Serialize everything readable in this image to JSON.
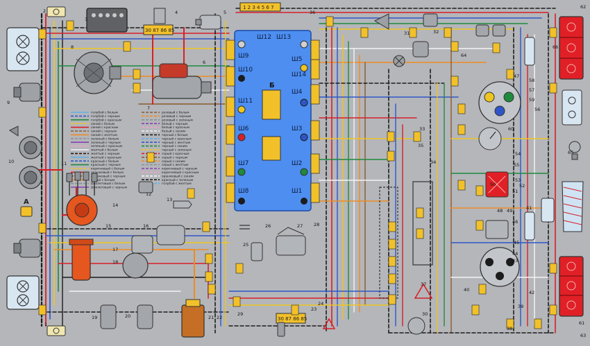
{
  "central_block": {
    "top_label": "Б",
    "sockets_left": [
      "Ш9",
      "Ш10",
      "Ш11",
      "Ш6",
      "Ш7",
      "Ш8"
    ],
    "sockets_right": [
      "Ш5",
      "Ш14",
      "Ш4",
      "Ш3",
      "Ш2",
      "Ш1"
    ],
    "sockets_top": [
      "Ш12",
      "Ш13"
    ]
  },
  "relay_labels": [
    "30 87 86 85",
    "30 87 86 85"
  ],
  "top_connector_label": "1 2 3 4 5 6 7",
  "part_section_label": "А",
  "callouts": [
    "1",
    "2",
    "3",
    "4",
    "5",
    "6",
    "7",
    "8",
    "9",
    "10",
    "11",
    "12",
    "13",
    "14",
    "15",
    "16",
    "17",
    "18",
    "19",
    "20",
    "21",
    "22",
    "23",
    "24",
    "25",
    "26",
    "27",
    "28",
    "29",
    "30",
    "31",
    "32",
    "33",
    "34",
    "35",
    "36",
    "37",
    "38",
    "39",
    "40",
    "41",
    "42",
    "43",
    "44",
    "45",
    "46",
    "47",
    "48",
    "49",
    "50",
    "51",
    "52",
    "53",
    "54",
    "55",
    "56",
    "57",
    "58",
    "59",
    "60",
    "61",
    "62",
    "63",
    "64",
    "65",
    "66"
  ],
  "legend": {
    "column_1": [
      "голубой с белым",
      "голубой с черным",
      "голубой с красным",
      "синий с белым",
      "синий с красным",
      "синий с черным",
      "синий с желтым",
      "зеленый с белым",
      "зеленый с черным",
      "зеленый с красным",
      "желтый с белым",
      "желтый с черным",
      "желтый с красным",
      "красный с белым",
      "красный с черным",
      "коричневый с белым",
      "оранжевый с белым",
      "оранжевый с черным",
      "серый с белым",
      "фиолетовый с белым",
      "фиолетовый с черным"
    ],
    "column_2": [
      "розовый с белым",
      "розовый с черным",
      "розовый с зеленым",
      "белый с черным",
      "белый с красным",
      "белый с синим",
      "черный с белым",
      "черный с красным",
      "черный с желтым",
      "черный с синим",
      "черный с зеленым",
      "серый с красным",
      "серый с черным",
      "серый с синим",
      "серый с желтым",
      "коричневый с черным",
      "коричневый с красным",
      "оранжевый с синим",
      "красный с зеленым",
      "голубой с желтым"
    ]
  },
  "colors": {
    "background": "#b4b6ba",
    "central_block": "#4d8ef0",
    "connector": "#f2c12a",
    "lamp_red": "#e02026",
    "wire_red": "#d81f26",
    "wire_blue": "#2f56c8",
    "wire_yellow": "#eec51f",
    "wire_green": "#1f8a3c",
    "wire_orange": "#ef8b22",
    "wire_black": "#1c1c1c",
    "wire_white": "#f4f4f4",
    "wire_brown": "#8a5a2b"
  }
}
